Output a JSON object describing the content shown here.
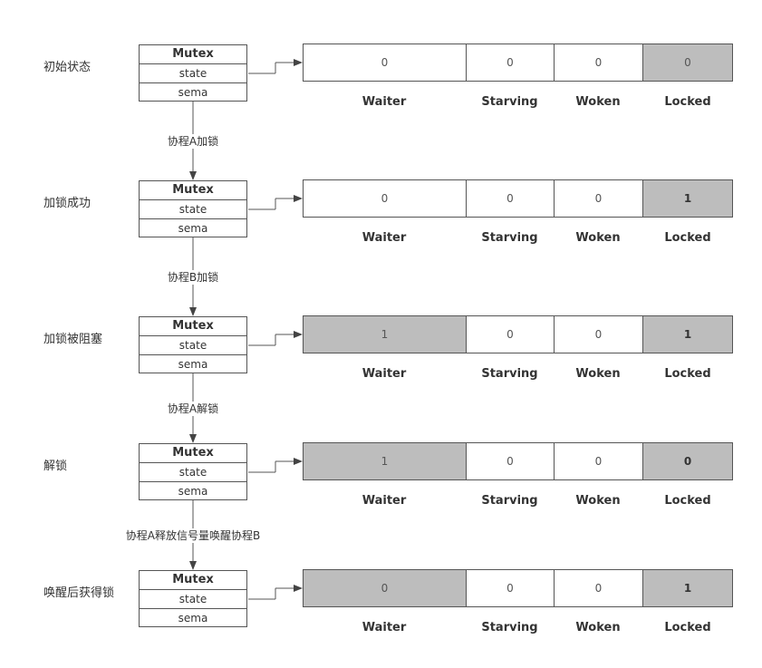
{
  "mutex_fields": {
    "title": "Mutex",
    "state": "state",
    "sema": "sema"
  },
  "state_bit_labels": {
    "waiter": "Waiter",
    "starving": "Starving",
    "woken": "Woken",
    "locked": "Locked"
  },
  "stages": [
    {
      "label": "初始状态",
      "waiter": "0",
      "starving": "0",
      "woken": "0",
      "locked": "0",
      "highlight": {
        "waiter": false,
        "locked": true
      },
      "bold_locked": false
    },
    {
      "label": "加锁成功",
      "waiter": "0",
      "starving": "0",
      "woken": "0",
      "locked": "1",
      "highlight": {
        "waiter": false,
        "locked": true
      },
      "bold_locked": true
    },
    {
      "label": "加锁被阻塞",
      "waiter": "1",
      "starving": "0",
      "woken": "0",
      "locked": "1",
      "highlight": {
        "waiter": true,
        "locked": true
      },
      "bold_locked": true
    },
    {
      "label": "解锁",
      "waiter": "1",
      "starving": "0",
      "woken": "0",
      "locked": "0",
      "highlight": {
        "waiter": true,
        "locked": true
      },
      "bold_locked": true
    },
    {
      "label": "唤醒后获得锁",
      "waiter": "0",
      "starving": "0",
      "woken": "0",
      "locked": "1",
      "highlight": {
        "waiter": true,
        "locked": true
      },
      "bold_locked": true
    }
  ],
  "transitions": [
    {
      "label": "协程A加锁"
    },
    {
      "label": "协程B加锁"
    },
    {
      "label": "协程A解锁"
    },
    {
      "label": "协程A释放信号量唤醒协程B"
    }
  ],
  "colors": {
    "highlight_fill": "#bdbdbd",
    "line": "#555555"
  }
}
